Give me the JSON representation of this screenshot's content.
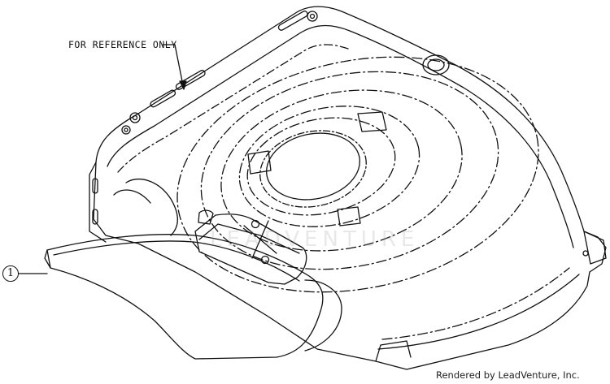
{
  "diagram": {
    "reference_note": "FOR REFERENCE ONLY",
    "callouts": [
      {
        "number": "1"
      }
    ],
    "watermark_text": "LEADVENTURE",
    "credit": "Rendered by LeadVenture, Inc."
  },
  "colors": {
    "line": "#111111",
    "watermark": "#bdbdbd",
    "background": "#ffffff"
  }
}
